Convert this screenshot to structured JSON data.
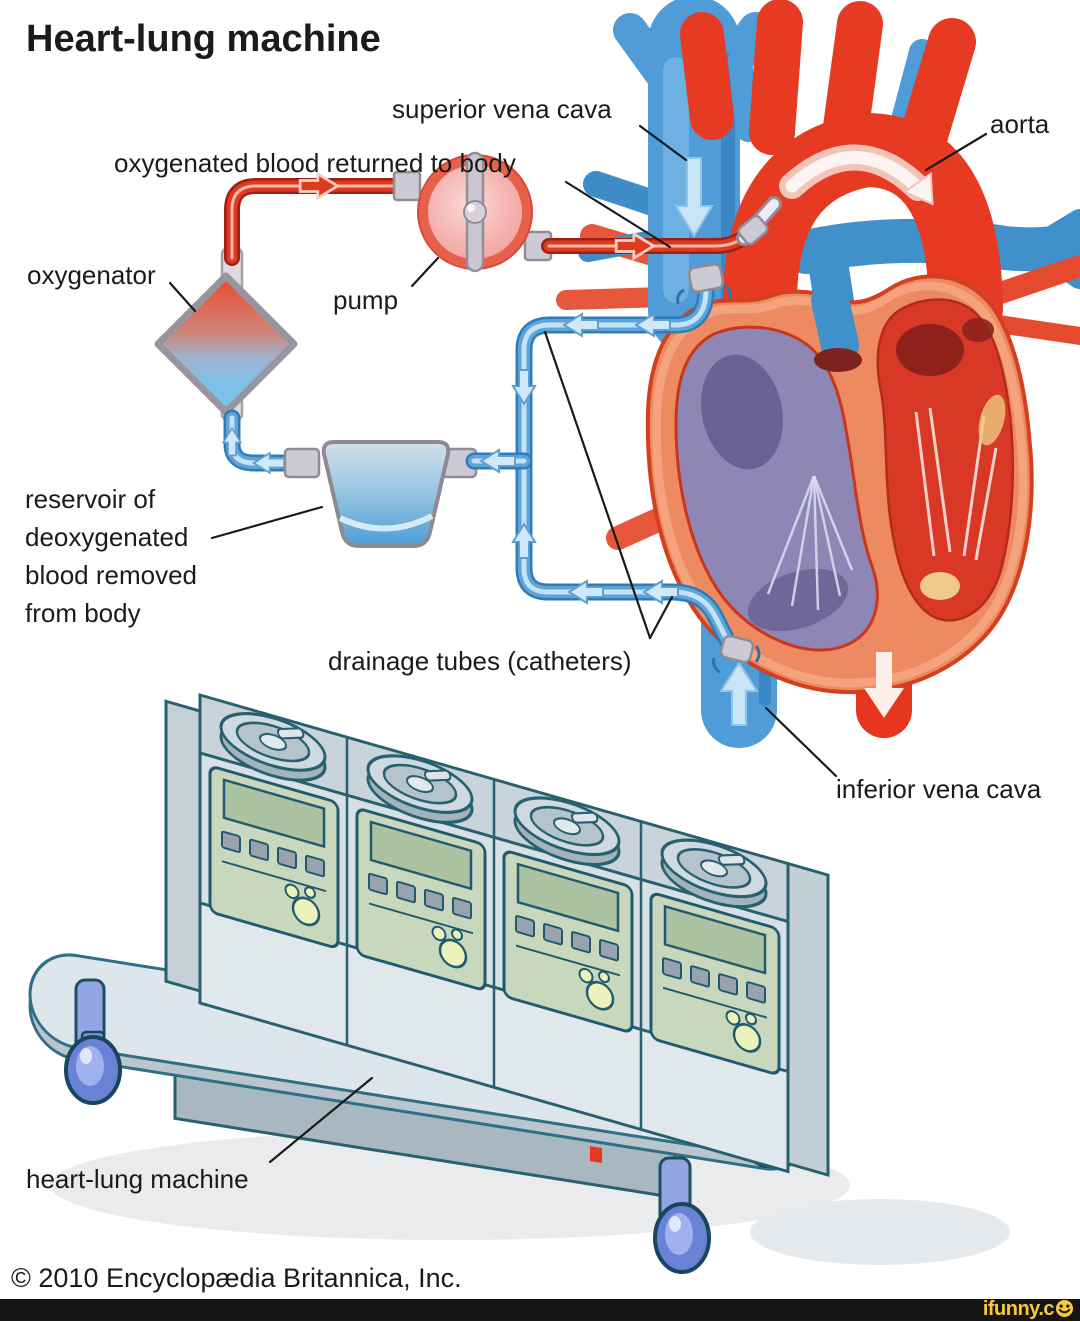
{
  "title": "Heart-lung machine",
  "labels": {
    "superior_vena_cava": "superior vena cava",
    "oxygenated_blood_returned": "oxygenated blood returned to body",
    "aorta": "aorta",
    "oxygenator": "oxygenator",
    "pump": "pump",
    "reservoir": "reservoir of\ndeoxygenated\nblood removed\nfrom body",
    "drainage_tubes": "drainage tubes (catheters)",
    "inferior_vena_cava": "inferior vena cava",
    "heart_lung_machine": "heart-lung machine"
  },
  "footer": {
    "copyright": "© 2010 Encyclopædia Britannica, Inc."
  },
  "watermark": {
    "text": "ifunny.c"
  },
  "colors": {
    "oxygenated_red": "#e63a22",
    "deoxygenated_blue": "#4f9cd8",
    "tube_highlight_blue": "#c4e2f5",
    "heart_chamber_purple": "#8e86b4",
    "heart_chamber_red": "#d93826",
    "heart_wall_salmon": "#ee8a62",
    "machine_panel_green": "#c9d8bd",
    "machine_body_gray": "#d7e0e5",
    "caster_blue": "#6a82d6",
    "label_text": "#1b1b1b",
    "watermark_yellow": "#f8c83c",
    "watermark_bar": "#151515"
  }
}
